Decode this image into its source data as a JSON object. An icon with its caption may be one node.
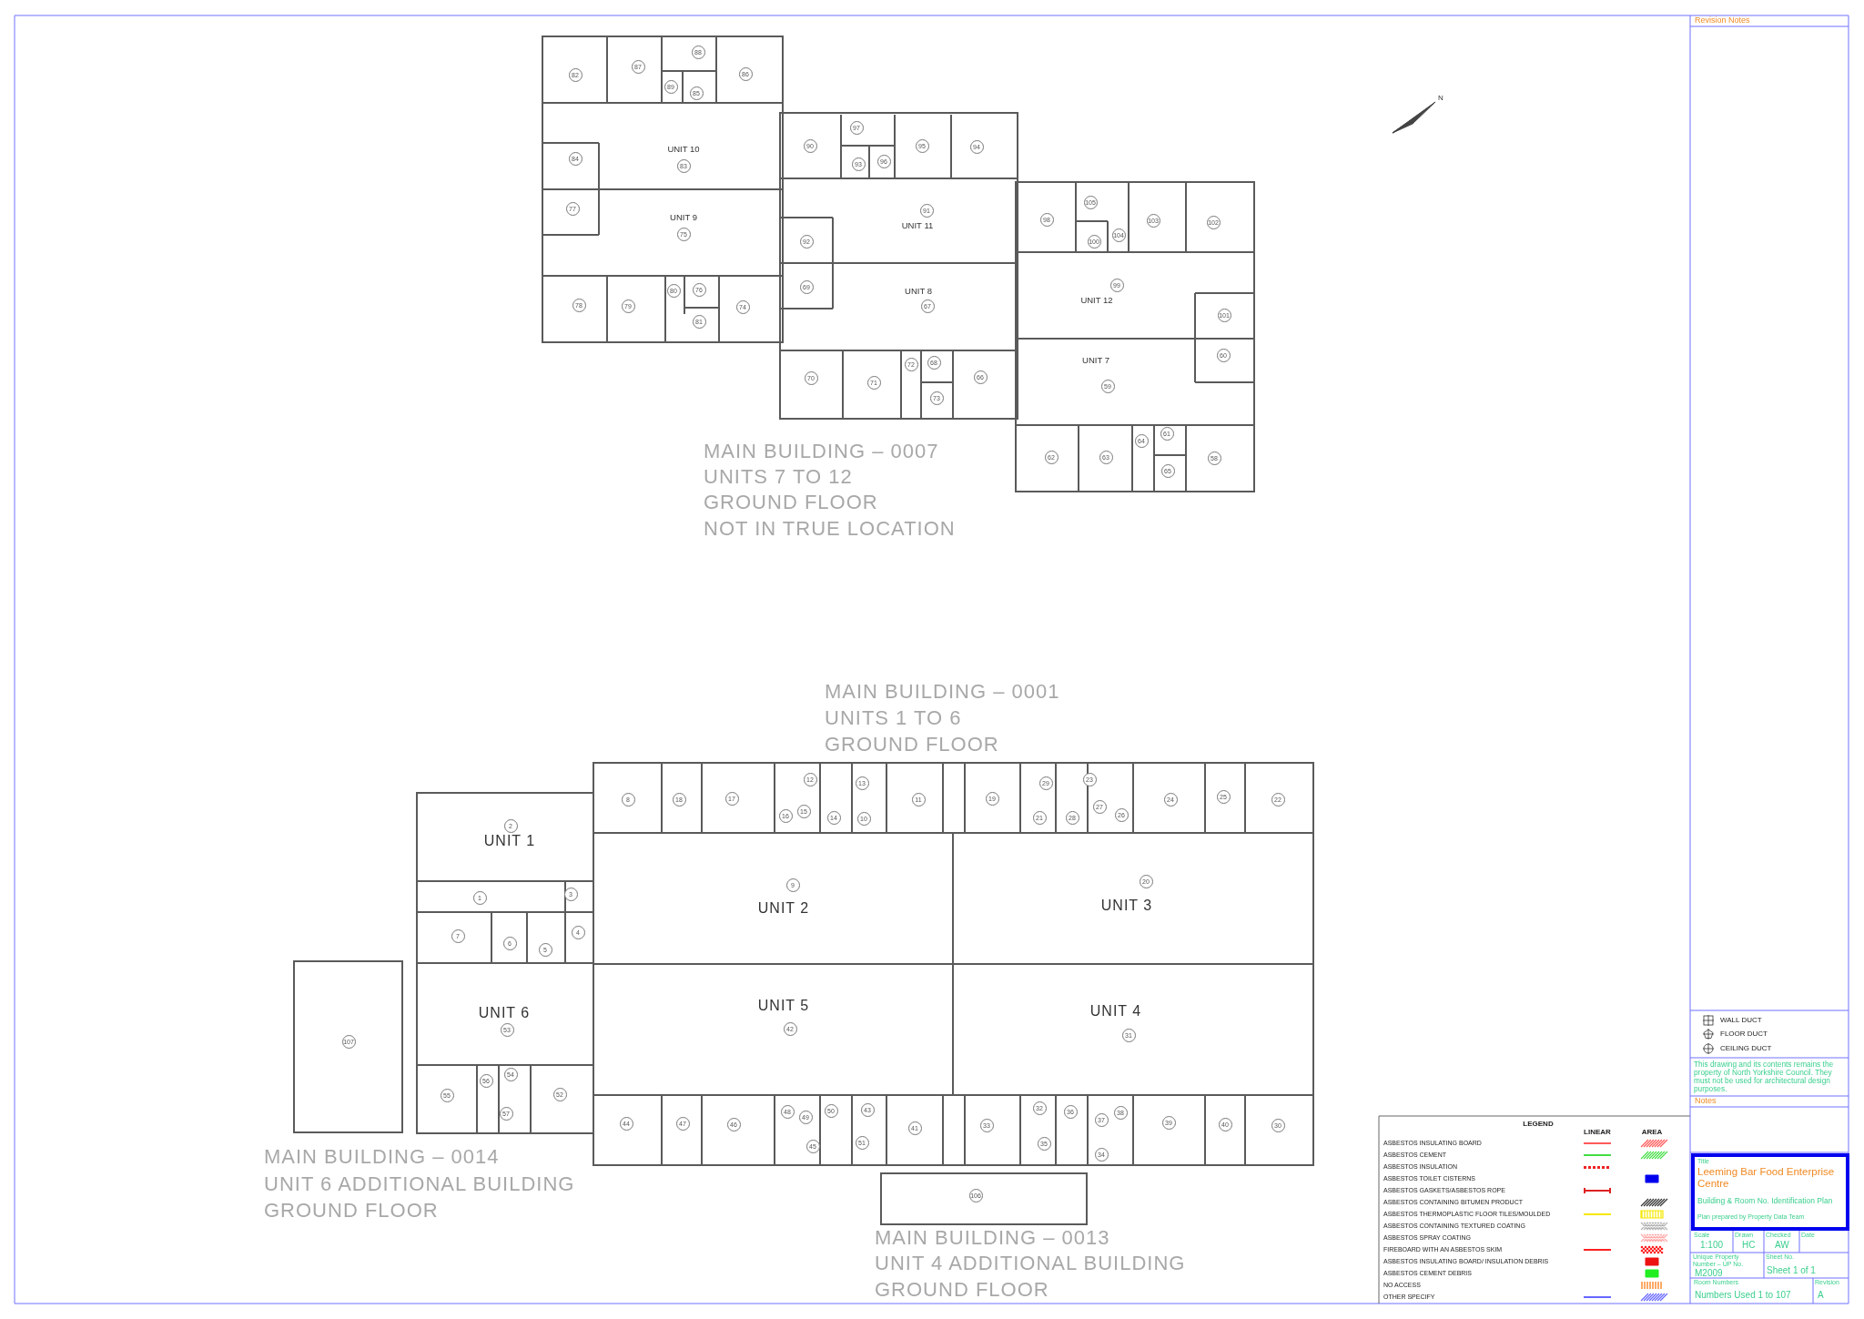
{
  "diagram": {
    "nodes": [
      {
        "text": [
          "82"
        ]
      },
      {
        "text": [
          "87"
        ]
      },
      {
        "text": [
          "88"
        ]
      },
      {
        "text": [
          "89"
        ]
      },
      {
        "text": [
          "85"
        ]
      },
      {
        "text": [
          "86"
        ]
      },
      {
        "text": [
          "97"
        ]
      },
      {
        "text": [
          "95"
        ]
      },
      {
        "text": [
          "94"
        ]
      },
      {
        "text": [
          "90"
        ]
      },
      {
        "text": [
          "93"
        ]
      },
      {
        "text": [
          "96"
        ]
      },
      {
        "text": [
          "83"
        ]
      },
      {
        "text": [
          "84"
        ]
      },
      {
        "text": [
          "91"
        ]
      },
      {
        "text": [
          "77"
        ]
      },
      {
        "text": [
          "75"
        ]
      },
      {
        "text": [
          "98"
        ]
      },
      {
        "text": [
          "105"
        ]
      },
      {
        "text": [
          "100"
        ]
      },
      {
        "text": [
          "104"
        ]
      },
      {
        "text": [
          "103"
        ]
      },
      {
        "text": [
          "102"
        ]
      },
      {
        "text": [
          "92"
        ]
      },
      {
        "text": [
          "99"
        ]
      },
      {
        "text": [
          "69"
        ]
      },
      {
        "text": [
          "67"
        ]
      },
      {
        "text": [
          "101"
        ]
      },
      {
        "text": [
          "80"
        ]
      },
      {
        "text": [
          "76"
        ]
      },
      {
        "text": [
          "78"
        ]
      },
      {
        "text": [
          "79"
        ]
      },
      {
        "text": [
          "74"
        ]
      },
      {
        "text": [
          "81"
        ]
      },
      {
        "text": [
          "60"
        ]
      },
      {
        "text": [
          "72"
        ]
      },
      {
        "text": [
          "68"
        ]
      },
      {
        "text": [
          "66"
        ]
      },
      {
        "text": [
          "73"
        ]
      },
      {
        "text": [
          "70"
        ]
      },
      {
        "text": [
          "71"
        ]
      },
      {
        "text": [
          "59"
        ]
      },
      {
        "text": [
          "61"
        ]
      },
      {
        "text": [
          "64"
        ]
      },
      {
        "text": [
          "62"
        ]
      },
      {
        "text": [
          "63"
        ]
      },
      {
        "text": [
          "58"
        ]
      },
      {
        "text": [
          "65"
        ]
      },
      {
        "text": [
          "12"
        ]
      },
      {
        "text": [
          "23"
        ]
      },
      {
        "text": [
          "13"
        ]
      },
      {
        "text": [
          "29"
        ]
      },
      {
        "text": [
          "25"
        ]
      },
      {
        "text": [
          "8"
        ]
      },
      {
        "text": [
          "18"
        ]
      },
      {
        "text": [
          "17"
        ]
      },
      {
        "text": [
          "11"
        ]
      },
      {
        "text": [
          "19"
        ]
      },
      {
        "text": [
          "24"
        ]
      },
      {
        "text": [
          "22"
        ]
      },
      {
        "text": [
          "27"
        ]
      },
      {
        "text": [
          "15"
        ]
      },
      {
        "text": [
          "26"
        ]
      },
      {
        "text": [
          "16"
        ]
      },
      {
        "text": [
          "14"
        ]
      },
      {
        "text": [
          "10"
        ]
      },
      {
        "text": [
          "21"
        ]
      },
      {
        "text": [
          "28"
        ]
      },
      {
        "text": [
          "2"
        ]
      },
      {
        "text": [
          "20"
        ]
      },
      {
        "text": [
          "9"
        ]
      },
      {
        "text": [
          "3"
        ]
      },
      {
        "text": [
          "1"
        ]
      },
      {
        "text": [
          "4"
        ]
      },
      {
        "text": [
          "7"
        ]
      },
      {
        "text": [
          "6"
        ]
      },
      {
        "text": [
          "5"
        ]
      },
      {
        "text": [
          "42"
        ]
      },
      {
        "text": [
          "53"
        ]
      },
      {
        "text": [
          "31"
        ]
      },
      {
        "text": [
          "107"
        ]
      },
      {
        "text": [
          "54"
        ]
      },
      {
        "text": [
          "56"
        ]
      },
      {
        "text": [
          "52"
        ]
      },
      {
        "text": [
          "55"
        ]
      },
      {
        "text": [
          "32"
        ]
      },
      {
        "text": [
          "43"
        ]
      },
      {
        "text": [
          "50"
        ]
      },
      {
        "text": [
          "48"
        ]
      },
      {
        "text": [
          "36"
        ]
      },
      {
        "text": [
          "38"
        ]
      },
      {
        "text": [
          "57"
        ]
      },
      {
        "text": [
          "49"
        ]
      },
      {
        "text": [
          "37"
        ]
      },
      {
        "text": [
          "39"
        ]
      },
      {
        "text": [
          "44"
        ]
      },
      {
        "text": [
          "47"
        ]
      },
      {
        "text": [
          "40"
        ]
      },
      {
        "text": [
          "46"
        ]
      },
      {
        "text": [
          "30"
        ]
      },
      {
        "text": [
          "33"
        ]
      },
      {
        "text": [
          "41"
        ]
      },
      {
        "text": [
          "51"
        ]
      },
      {
        "text": [
          "35"
        ]
      },
      {
        "text": [
          "45"
        ]
      },
      {
        "text": [
          "34"
        ]
      },
      {
        "text": [
          "106"
        ]
      }
    ],
    "labels": [
      "Revision Notes",
      "UNIT 10",
      "UNIT 9",
      "UNIT 11",
      "UNIT 8",
      "UNIT 12",
      "UNIT 7",
      "N",
      "MAIN BUILDING – 0007",
      "UNITS 7 TO 12",
      "GROUND FLOOR",
      "NOT IN TRUE LOCATION",
      "MAIN BUILDING – 0001",
      "UNITS 1 TO 6",
      "GROUND FLOOR",
      "UNIT 1",
      "UNIT 2",
      "UNIT 3",
      "UNIT 6",
      "UNIT 5",
      "UNIT 4",
      "MAIN BUILDING – 0014",
      "UNIT 6 ADDITIONAL BUILDING",
      "GROUND FLOOR",
      "MAIN BUILDING – 0013",
      "UNIT 4 ADDITIONAL BUILDING",
      "GROUND FLOOR",
      "WALL DUCT",
      "FLOOR DUCT",
      "CEILING DUCT",
      "This drawing and its contents remains the property of North Yorkshire Council. They must not be used for architectural design purposes.",
      "Notes",
      "Title",
      "Leeming Bar Food Enterprise Centre",
      "Building & Room No. Identification Plan",
      "Plan prepared by Property Data Team",
      "Scale",
      "1:100",
      "Drawn",
      "HC",
      "Checked",
      "AW",
      "Date",
      "Unique Property Number – UP No.",
      "M2009",
      "Sheet No.",
      "Sheet 1 of 1",
      "Room Numbers",
      "Numbers Used 1 to 107",
      "Revision",
      "A",
      "LEGEND",
      "LINEAR",
      "AREA"
    ],
    "legend": [
      {
        "text": "ASBESTOS INSULATING BOARD",
        "color": "#ff5a5a"
      },
      {
        "text": "ASBESTOS CEMENT",
        "color": "#44dd44"
      },
      {
        "text": "ASBESTOS INSULATION",
        "color": "#ee2222"
      },
      {
        "text": "ASBESTOS TOILET CISTERNS",
        "color": "#0000ee"
      },
      {
        "text": "ASBESTOS GASKETS/ASBESTOS ROPE",
        "color": "#dd2222"
      },
      {
        "text": "ASBESTOS CONTAINING BITUMEN PRODUCT",
        "color": "#333333"
      },
      {
        "text": "ASBESTOS THERMOPLASTIC FLOOR TILES/MOULDED",
        "color": "#f5e800"
      },
      {
        "text": "ASBESTOS CONTAINING TEXTURED COATING",
        "color": "#b4b4b4"
      },
      {
        "text": "ASBESTOS SPRAY COATING",
        "color": "#ffaaaa"
      },
      {
        "text": "FIREBOARD WITH AN ASBESTOS SKIM",
        "color": "#ff2020"
      },
      {
        "text": "ASBESTOS INSULATING BOARD/ INSULATION DEBRIS",
        "color": "#ee1111"
      },
      {
        "text": "ASBESTOS CEMENT DEBRIS",
        "color": "#22ee22"
      },
      {
        "text": "NO ACCESS",
        "color": "#ffaa66"
      },
      {
        "text": "OTHER SPECIFY",
        "color": "#6666ff"
      }
    ]
  }
}
